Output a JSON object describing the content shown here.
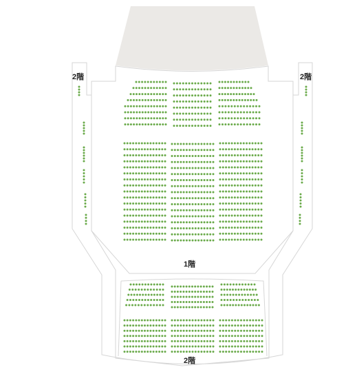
{
  "colors": {
    "seat_available": "#6aaa4a",
    "stage": "#ebe9e6",
    "floor_outline": "#d6d6d6",
    "label_text": "#222222"
  },
  "labels": {
    "floor1": "1階",
    "floor2_bottom": "2階",
    "floor2_left": "2階",
    "floor2_right": "2階"
  },
  "seat_status": "available"
}
